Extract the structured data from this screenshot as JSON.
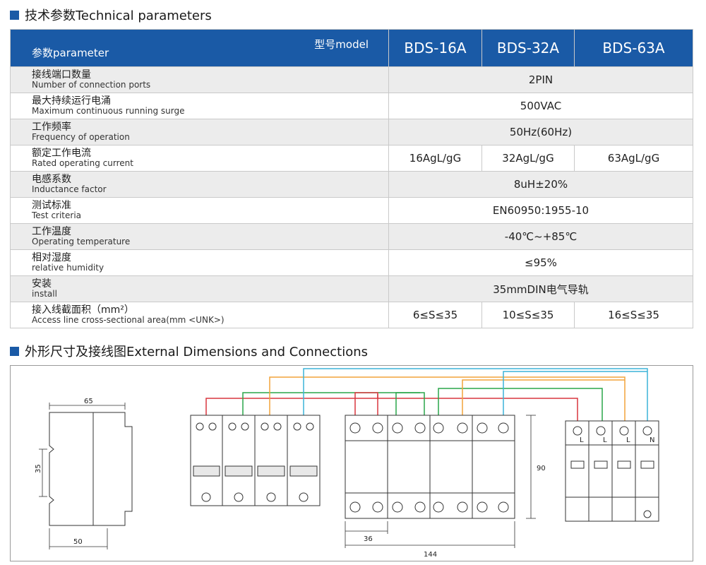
{
  "section1": {
    "title": "技术参数Technical parameters"
  },
  "header": {
    "param_label": "参数parameter",
    "model_label": "型号model",
    "models": [
      "BDS-16A",
      "BDS-32A",
      "BDS-63A"
    ]
  },
  "rows": [
    {
      "zh": "接线端口数量",
      "en": "Number of connection ports",
      "value": "2PIN"
    },
    {
      "zh": "最大持续运行电涌",
      "en": "Maximum continuous running surge",
      "value": "500VAC"
    },
    {
      "zh": "工作频率",
      "en": "Frequency of operation",
      "value": "50Hz(60Hz)"
    },
    {
      "zh": "额定工作电流",
      "en": "Rated operating current",
      "values": [
        "16AgL/gG",
        "32AgL/gG",
        "63AgL/gG"
      ]
    },
    {
      "zh": "电感系数",
      "en": "Inductance factor",
      "value": "8uH±20%"
    },
    {
      "zh": "测试标准",
      "en": "Test criteria",
      "value": "EN60950:1955-10"
    },
    {
      "zh": "工作温度",
      "en": "Operating temperature",
      "value": "-40℃~+85℃"
    },
    {
      "zh": "相对湿度",
      "en": "relative humidity",
      "value": "≤95%"
    },
    {
      "zh": "安装",
      "en": "install",
      "value": "35mmDIN电气导轨"
    },
    {
      "zh": "接入线截面积（mm²）",
      "en": "Access line cross-sectional area(mm <UNK>)",
      "values": [
        "6≤S≤35",
        "10≤S≤35",
        "16≤S≤35"
      ]
    }
  ],
  "section2": {
    "title": "外形尺寸及接线图External Dimensions and Connections"
  },
  "dimensions": {
    "w65": "65",
    "h35": "35",
    "w50": "50",
    "h90": "90",
    "w36": "36",
    "w144": "144"
  },
  "terminal_labels": [
    "L",
    "L",
    "L",
    "N"
  ],
  "colors": {
    "header_blue": "#1a5aa6",
    "wire_red": "#d9363e",
    "wire_green": "#2aa64a",
    "wire_orange": "#f2a33a",
    "wire_cyan": "#3cb4d8"
  }
}
